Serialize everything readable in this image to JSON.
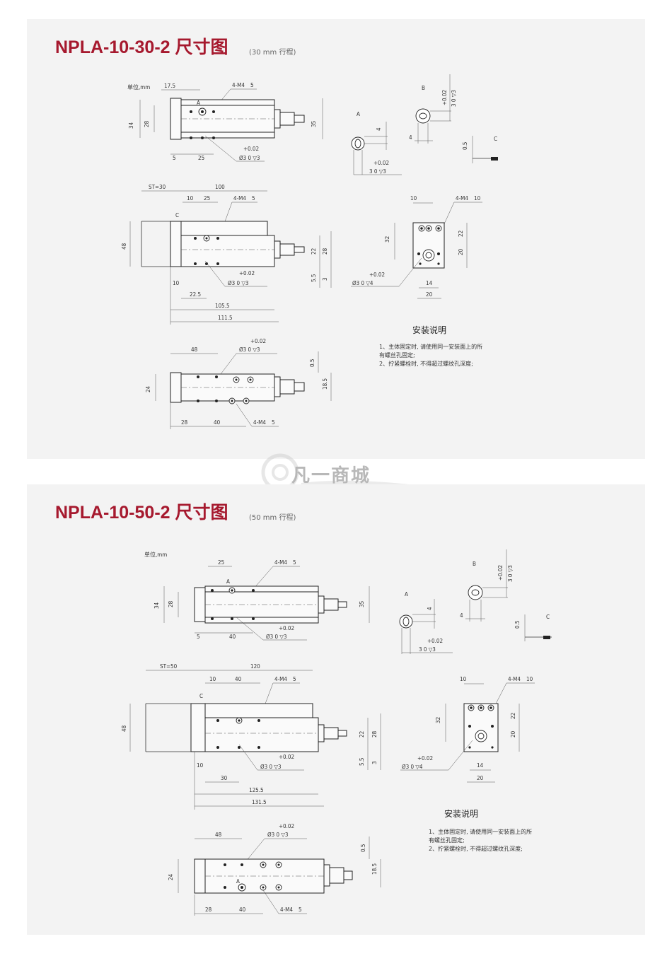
{
  "panels": [
    {
      "title": "NPLA-10-30-2 尺寸图",
      "subtitle": "(30 mm 行程)",
      "unit": "单位,mm",
      "install_title": "安装说明",
      "install_notes": [
        "1、主体固定时, 请使用同一安装面上的所",
        "有螺丝孔固定;",
        "2、拧紧螺栓时, 不得超过螺纹孔深度;"
      ],
      "dims": {
        "top_a": "17.5",
        "top_thread": "4-M4",
        "top_depth": "5",
        "top_h1": "34",
        "top_h2": "28",
        "top_h3": "35",
        "top_b1": "5",
        "top_b2": "25",
        "top_tol": "+0.02",
        "top_hole": "Ø3 0 ▽3",
        "det_a_label": "A",
        "det_a_4": "4",
        "det_a_tol": "+0.02",
        "det_a_hole": "3 0 ▽3",
        "det_b_label": "B",
        "det_b_4": "4",
        "det_b_tol": "+0.02",
        "det_b_hole": "3 0 ▽3",
        "det_c_label": "C",
        "det_c_05": "0.5",
        "side_st": "ST=30",
        "side_len": "100",
        "side_10": "10",
        "side_25": "25",
        "side_thread": "4-M4",
        "side_depth": "5",
        "side_c": "C",
        "side_a": "A",
        "side_48": "48",
        "side_22": "22",
        "side_28": "28",
        "side_55": "5.5",
        "side_3": "3",
        "side_tol": "+0.02",
        "side_hole": "Ø3 0 ▽3",
        "side_b10": "10",
        "side_b225": "22.5",
        "side_b1": "105.5",
        "side_b2": "111.5",
        "end_10": "10",
        "end_thread": "4-M4",
        "end_depth": "10",
        "end_32": "32",
        "end_22": "22",
        "end_20": "20",
        "end_tol": "+0.02",
        "end_hole": "Ø3 0 ▽4",
        "end_14": "14",
        "end_20b": "20",
        "bot_48": "48",
        "bot_tol": "+0.02",
        "bot_hole": "Ø3 0 ▽3",
        "bot_05": "0.5",
        "bot_185": "18.5",
        "bot_24": "24",
        "bot_28": "28",
        "bot_40": "40",
        "bot_thread": "4-M4",
        "bot_depth": "5"
      }
    },
    {
      "title": "NPLA-10-50-2 尺寸图",
      "subtitle": "(50 mm 行程)",
      "unit": "单位,mm",
      "install_title": "安装说明",
      "install_notes": [
        "1、主体固定时, 请使用同一安装面上的所",
        "有螺丝孔固定;",
        "2、拧紧螺栓时, 不得超过螺纹孔深度;"
      ],
      "dims": {
        "top_a": "25",
        "top_thread": "4-M4",
        "top_depth": "5",
        "top_h1": "34",
        "top_h2": "28",
        "top_h3": "35",
        "top_b1": "5",
        "top_b2": "40",
        "top_tol": "+0.02",
        "top_hole": "Ø3 0 ▽3",
        "det_a_label": "A",
        "det_a_4": "4",
        "det_a_tol": "+0.02",
        "det_a_hole": "3 0 ▽3",
        "det_b_label": "B",
        "det_b_4": "4",
        "det_b_tol": "+0.02",
        "det_b_hole": "3 0 ▽3",
        "det_c_label": "C",
        "det_c_05": "0.5",
        "side_st": "ST=50",
        "side_len": "120",
        "side_10": "10",
        "side_25": "40",
        "side_thread": "4-M4",
        "side_depth": "5",
        "side_c": "C",
        "side_a": "A",
        "side_48": "48",
        "side_22": "22",
        "side_28": "28",
        "side_55": "5.5",
        "side_3": "3",
        "side_tol": "+0.02",
        "side_hole": "Ø3 0 ▽3",
        "side_b10": "10",
        "side_b225": "30",
        "side_b1": "125.5",
        "side_b2": "131.5",
        "end_10": "10",
        "end_thread": "4-M4",
        "end_depth": "10",
        "end_32": "32",
        "end_22": "22",
        "end_20": "20",
        "end_tol": "+0.02",
        "end_hole": "Ø3 0 ▽4",
        "end_14": "14",
        "end_20b": "20",
        "bot_48": "48",
        "bot_tol": "+0.02",
        "bot_hole": "Ø3 0 ▽3",
        "bot_05": "0.5",
        "bot_185": "18.5",
        "bot_24": "24",
        "bot_28": "28",
        "bot_40": "40",
        "bot_thread": "4-M4",
        "bot_depth": "5"
      }
    }
  ],
  "watermark": "凡一商城",
  "colors": {
    "title": "#a6192e",
    "panel_bg": "#f3f3f3"
  }
}
